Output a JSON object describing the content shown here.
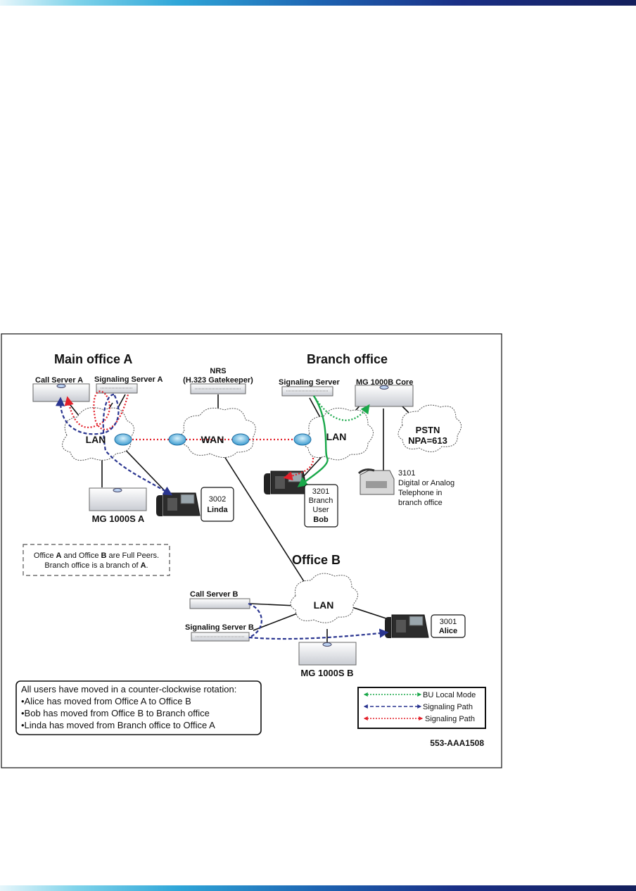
{
  "figure": {
    "sections": {
      "main_office": "Main office A",
      "branch_office": "Branch office",
      "office_b": "Office B"
    },
    "devices": {
      "call_server_a": "Call Server A",
      "signaling_server_a": "Signaling Server A",
      "nrs_line1": "NRS",
      "nrs_line2": "(H.323 Gatekeeper)",
      "signaling_server_branch": "Signaling Server",
      "mg_1000b_core": "MG 1000B Core",
      "mg_1000s_a": "MG 1000S A",
      "call_server_b": "Call Server B",
      "signaling_server_b": "Signaling Server B",
      "mg_1000s_b": "MG 1000S B"
    },
    "clouds": {
      "lan_a": "LAN",
      "wan": "WAN",
      "lan_branch": "LAN",
      "pstn_line1": "PSTN",
      "pstn_line2": "NPA=613",
      "lan_b": "LAN"
    },
    "phones": {
      "linda_ext": "3002",
      "linda_name": "Linda",
      "bob_ext": "3201",
      "bob_line2": "Branch",
      "bob_line3": "User",
      "bob_name": "Bob",
      "alice_ext": "3001",
      "alice_name": "Alice"
    },
    "analog": {
      "ext": "3101",
      "line1": "Digital or Analog",
      "line2": "Telephone in",
      "line3": "branch office"
    },
    "peers_note": {
      "l1_a": "Office ",
      "l1_b": "A",
      "l1_c": " and Office ",
      "l1_d": "B",
      "l1_e": " are Full Peers.",
      "l2_a": "Branch office is a branch of ",
      "l2_b": "A",
      "l2_c": "."
    },
    "rotation_note": {
      "title": "All users have moved in a counter-clockwise rotation:",
      "items": [
        "•Alice has moved from Office A to Office B",
        "•Bob has moved from Office B to Branch office",
        "•Linda has moved from Branch office to Office A"
      ]
    },
    "legend": [
      {
        "label": "BU Local Mode",
        "color": "#1aa84a"
      },
      {
        "label": "Signaling Path",
        "color": "#2a3590"
      },
      {
        "label": "Signaling Path",
        "color": "#e3202a"
      }
    ],
    "figure_id": "553-AAA1508"
  }
}
